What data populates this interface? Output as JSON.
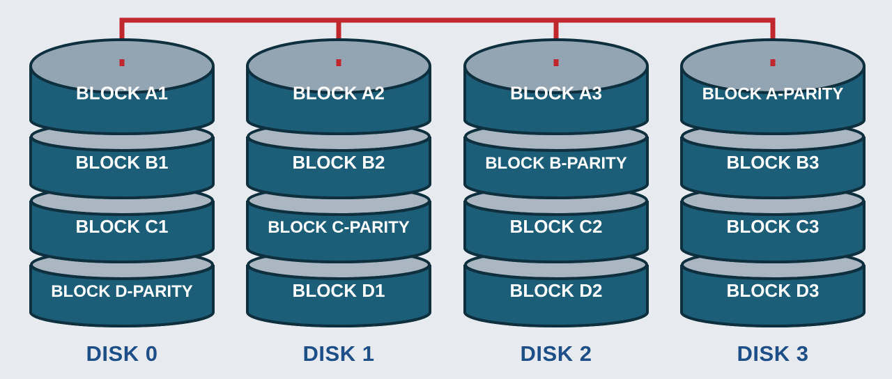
{
  "colors": {
    "background": "#e7ebef",
    "disk_body": "#1c5d78",
    "disk_rim": "#0e2f3e",
    "disk_top": "#93a5b3",
    "disk_gap": "#aab6c1",
    "connector": "#c0282d",
    "disk_label": "#1d4e88",
    "block_text": "#ffffff"
  },
  "disks": [
    {
      "label": "DISK 0",
      "blocks": [
        "BLOCK A1",
        "BLOCK B1",
        "BLOCK C1",
        "BLOCK D-PARITY"
      ]
    },
    {
      "label": "DISK 1",
      "blocks": [
        "BLOCK A2",
        "BLOCK B2",
        "BLOCK C-PARITY",
        "BLOCK D1"
      ]
    },
    {
      "label": "DISK 2",
      "blocks": [
        "BLOCK A3",
        "BLOCK B-PARITY",
        "BLOCK C2",
        "BLOCK D2"
      ]
    },
    {
      "label": "DISK 3",
      "blocks": [
        "BLOCK A-PARITY",
        "BLOCK B3",
        "BLOCK C3",
        "BLOCK D3"
      ]
    }
  ]
}
